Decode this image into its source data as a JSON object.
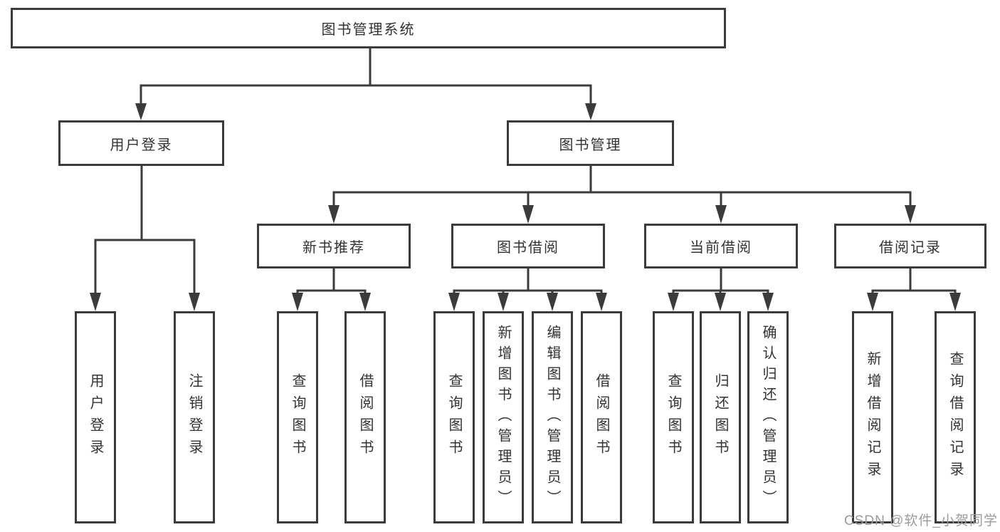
{
  "diagram": {
    "root": {
      "label": "图书管理系统"
    },
    "level2": {
      "user_login": {
        "label": "用户登录"
      },
      "book_management": {
        "label": "图书管理"
      }
    },
    "level3": {
      "new_book_recommend": {
        "label": "新书推荐"
      },
      "book_borrow": {
        "label": "图书借阅"
      },
      "current_borrow": {
        "label": "当前借阅"
      },
      "borrow_records": {
        "label": "借阅记录"
      }
    },
    "leaves": {
      "user_login": [
        "用户登录",
        "注销登录"
      ],
      "new_book_recommend": [
        "查询图书",
        "借阅图书"
      ],
      "book_borrow": [
        "查询图书",
        "新增图书（管理员）",
        "编辑图书（管理员）",
        "借阅图书"
      ],
      "current_borrow": [
        "查询图书",
        "归还图书",
        "确认归还（管理员）"
      ],
      "borrow_records": [
        "新增借阅记录",
        "查询借阅记录"
      ]
    },
    "watermark": "CSDN @软件_小贺同学",
    "colors": {
      "line": "#3b3b3b",
      "text": "#333333",
      "watermark": "#9b9b9b",
      "background": "#ffffff"
    }
  }
}
